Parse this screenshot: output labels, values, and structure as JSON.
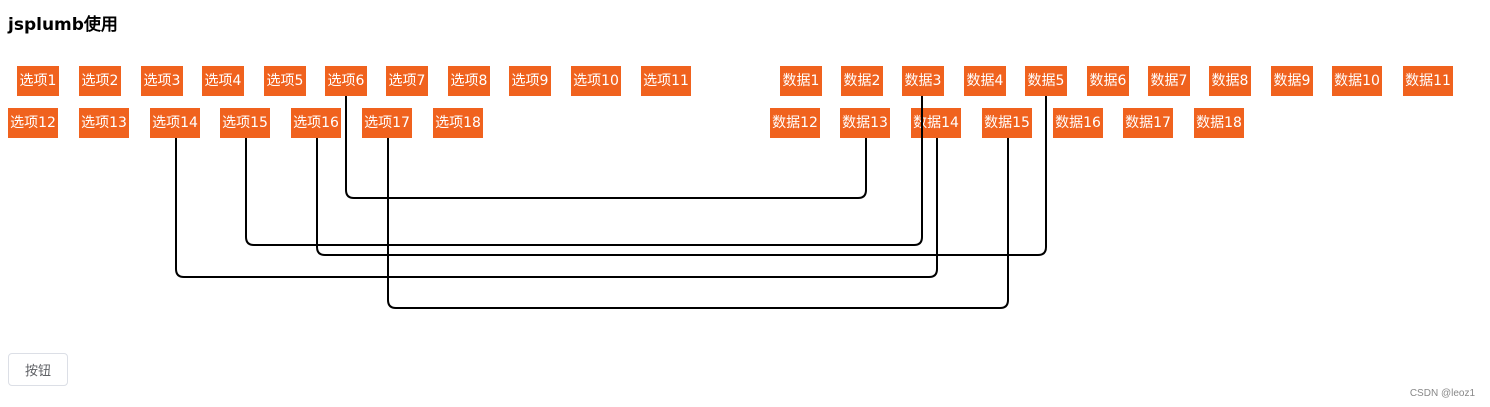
{
  "title": "jsplumb使用",
  "left_items": [
    "选项1",
    "选项2",
    "选项3",
    "选项4",
    "选项5",
    "选项6",
    "选项7",
    "选项8",
    "选项9",
    "选项10",
    "选项11",
    "选项12",
    "选项13",
    "选项14",
    "选项15",
    "选项16",
    "选项17",
    "选项18"
  ],
  "right_items": [
    "数据1",
    "数据2",
    "数据3",
    "数据4",
    "数据5",
    "数据6",
    "数据7",
    "数据8",
    "数据9",
    "数据10",
    "数据11",
    "数据12",
    "数据13",
    "数据14",
    "数据15",
    "数据16",
    "数据17",
    "数据18"
  ],
  "connections": [
    {
      "from": "选项6",
      "to": "数据13"
    },
    {
      "from": "选项15",
      "to": "数据3"
    },
    {
      "from": "选项16",
      "to": "数据5"
    },
    {
      "from": "选项14",
      "to": "数据14"
    },
    {
      "from": "选项17",
      "to": "数据15"
    }
  ],
  "button_label": "按钮",
  "watermark": "CSDN @leoz1",
  "colors": {
    "item_bg": "#f0621e",
    "item_text": "#ffffff",
    "connector": "#000000"
  }
}
